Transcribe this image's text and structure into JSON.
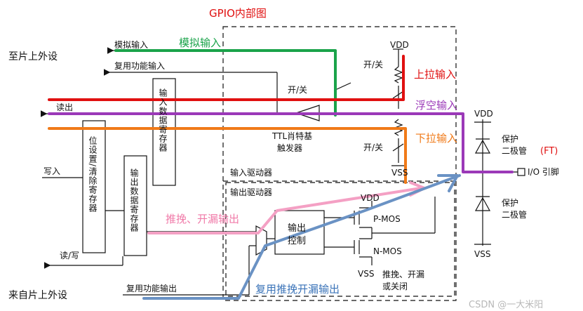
{
  "diagram": {
    "title": "GPIO内部图",
    "left_labels": {
      "to_peripheral": "至片上外设",
      "from_peripheral": "来自片上外设",
      "analog_input": "模拟输入",
      "alt_func_input": "复用功能输入",
      "read_out": "读出",
      "write_in": "写入",
      "read_write": "读/写",
      "alt_func_output": "复用功能输出"
    },
    "registers": {
      "input_data": "输入数据寄存器",
      "bit_set_reset": "位设置/清除寄存器",
      "output_data": "输出数据寄存器"
    },
    "input_driver": {
      "label": "输入驱动器",
      "switch_top": "开/关",
      "switch_mid": "开/关",
      "switch_bottom": "开/关",
      "vdd": "VDD",
      "vss": "VSS",
      "schmitt_line1": "TTL肖特基",
      "schmitt_line2": "触发器"
    },
    "output_driver": {
      "label": "输出驱动器",
      "control_line1": "输出",
      "control_line2": "控制",
      "vdd": "VDD",
      "vss": "VSS",
      "pmos": "P-MOS",
      "nmos": "N-MOS",
      "mode_line1": "推挽、开漏",
      "mode_line2": "或关闭"
    },
    "pin": {
      "label": "I/O 引脚",
      "vdd": "VDD",
      "vss": "VSS",
      "diode_top_line1": "保护",
      "diode_top_line2": "二极管",
      "diode_bottom_line1": "保护",
      "diode_bottom_line2": "二极管",
      "ft": "(FT)"
    },
    "annotations": {
      "analog_input": "模拟输入",
      "pull_up_input": "上拉输入",
      "floating_input": "浮空输入",
      "pull_down_input": "下拉输入",
      "push_pull_open_drain": "推挽、开漏输出",
      "alt_push_pull_open_drain": "复用推挽开漏输出"
    },
    "colors": {
      "green": "#1aa34a",
      "red": "#e01010",
      "purple": "#9b39b8",
      "orange": "#f07a18",
      "pink": "#f4a0c4",
      "blue": "#6a92c4"
    },
    "watermark": "CSDN @一大米阳"
  }
}
